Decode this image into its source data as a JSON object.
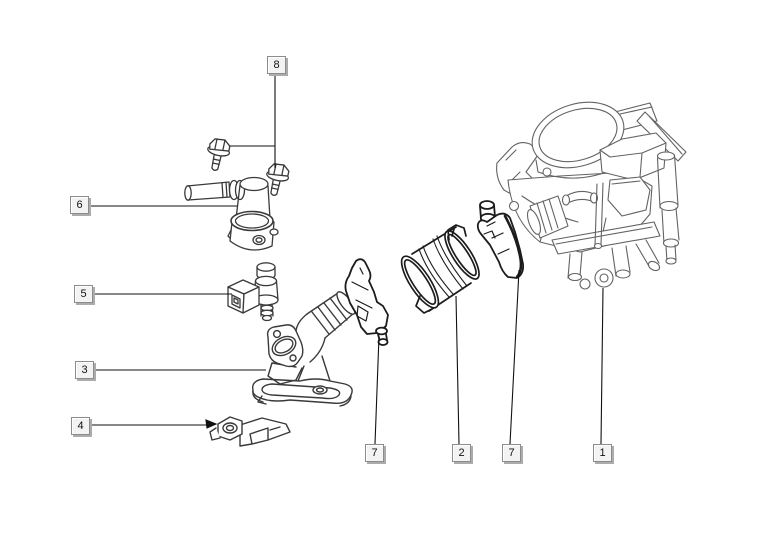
{
  "callouts": {
    "c1": {
      "number": "1"
    },
    "c2": {
      "number": "2"
    },
    "c3": {
      "number": "3"
    },
    "c4": {
      "number": "4"
    },
    "c5": {
      "number": "5"
    },
    "c6": {
      "number": "6"
    },
    "c7a": {
      "number": "7"
    },
    "c7b": {
      "number": "7"
    },
    "c8": {
      "number": "8"
    }
  },
  "colors": {
    "background": "#ffffff",
    "line_art": "#3a3a3a",
    "line_art_light": "#636363",
    "line_art_bold": "#1c1c1c",
    "leader_line": "#111111",
    "callout_bg": "#f3f3f3",
    "callout_border": "#8c8c8c",
    "callout_shadow": "#acacac",
    "callout_text": "#111111"
  }
}
